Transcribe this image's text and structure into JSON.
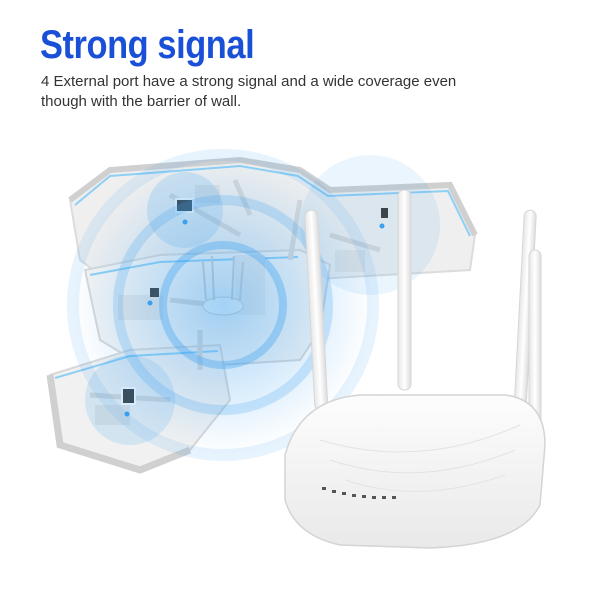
{
  "headline": "Strong signal",
  "description": "4 External port have a strong signal and a wide coverage even though with the barrier of wall.",
  "colors": {
    "headline": "#1a4fd8",
    "signal": "#3aa0f0",
    "wall": "#f2f2f2",
    "router": "#f7f7f7"
  },
  "product_illustration": {
    "router_icon": "router-icon",
    "floorplan_icon": "floorplan-icon",
    "antenna_count": 4
  }
}
